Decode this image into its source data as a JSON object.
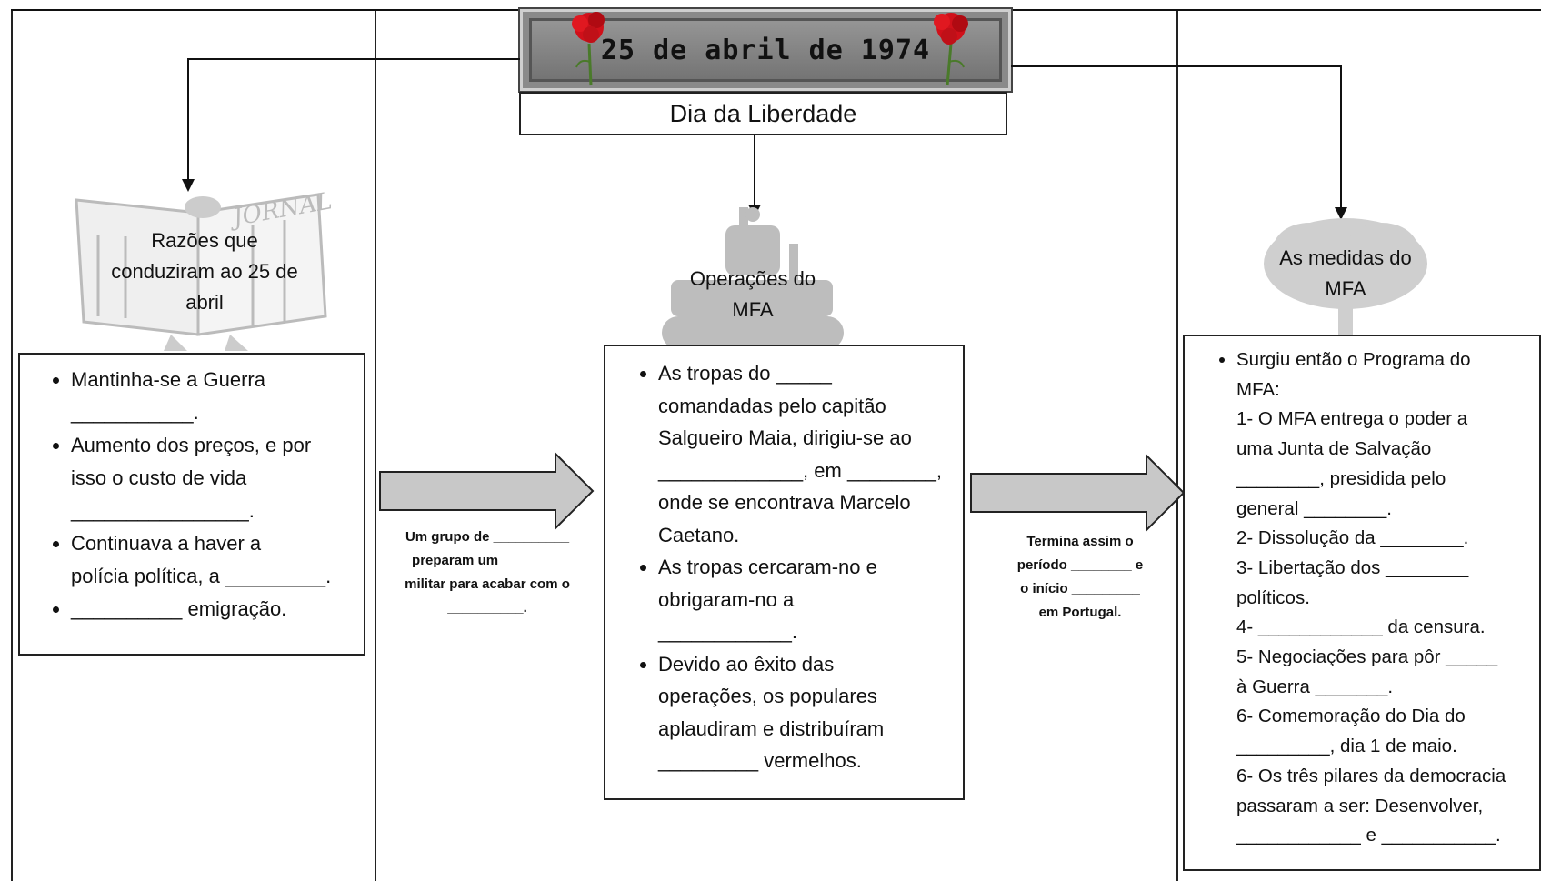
{
  "header": {
    "title": "25 de abril de 1974",
    "subtitle": "Dia da Liberdade"
  },
  "left": {
    "label": "Razões que conduziram ao 25 de abril",
    "label_lines": [
      "Razões que",
      "conduziram ao 25 de",
      "abril"
    ],
    "items": [
      [
        "Mantinha-se a Guerra",
        "___________."
      ],
      [
        "Aumento dos preços, e por",
        "isso o custo de vida",
        "________________."
      ],
      [
        "Continuava a haver a",
        "polícia política, a _________."
      ],
      [
        "__________ emigração."
      ]
    ]
  },
  "left_arrow_note": [
    "Um grupo de __________",
    "preparam um ________",
    "militar para acabar com o",
    "__________."
  ],
  "center": {
    "label_lines": [
      "Operações do",
      "MFA"
    ],
    "items": [
      [
        "As tropas do _____",
        "comandadas pelo capitão",
        "Salgueiro Maia, dirigiu-se ao",
        "_____________, em ________,",
        "onde se encontrava Marcelo",
        "Caetano."
      ],
      [
        "As tropas cercaram-no e",
        "obrigaram-no a",
        "____________."
      ],
      [
        "Devido ao êxito das",
        "operações, os populares",
        "aplaudiram e distribuíram",
        "_________ vermelhos."
      ]
    ]
  },
  "right_arrow_note": [
    "Termina assim o",
    "período ________  e",
    "o início _________",
    "em Portugal."
  ],
  "right": {
    "label_lines": [
      "As medidas do",
      "MFA"
    ],
    "lines": [
      "Surgiu então o Programa do",
      "MFA:",
      "1- O MFA entrega o poder a",
      "uma Junta de Salvação",
      "________, presidida pelo",
      "general ________.",
      "2- Dissolução da ________.",
      "3- Libertação dos ________",
      "políticos.",
      "4- ____________ da censura.",
      "5- Negociações para pôr _____",
      "à Guerra _______.",
      "6- Comemoração do Dia do",
      "_________, dia 1 de maio.",
      "6- Os três pilares da democracia",
      "passaram a ser: Desenvolver,",
      "____________ e ___________."
    ]
  },
  "colors": {
    "title_bg": "#7a7a7a",
    "carnation": "#d0101a",
    "arrow_fill": "#c8c8c8"
  }
}
